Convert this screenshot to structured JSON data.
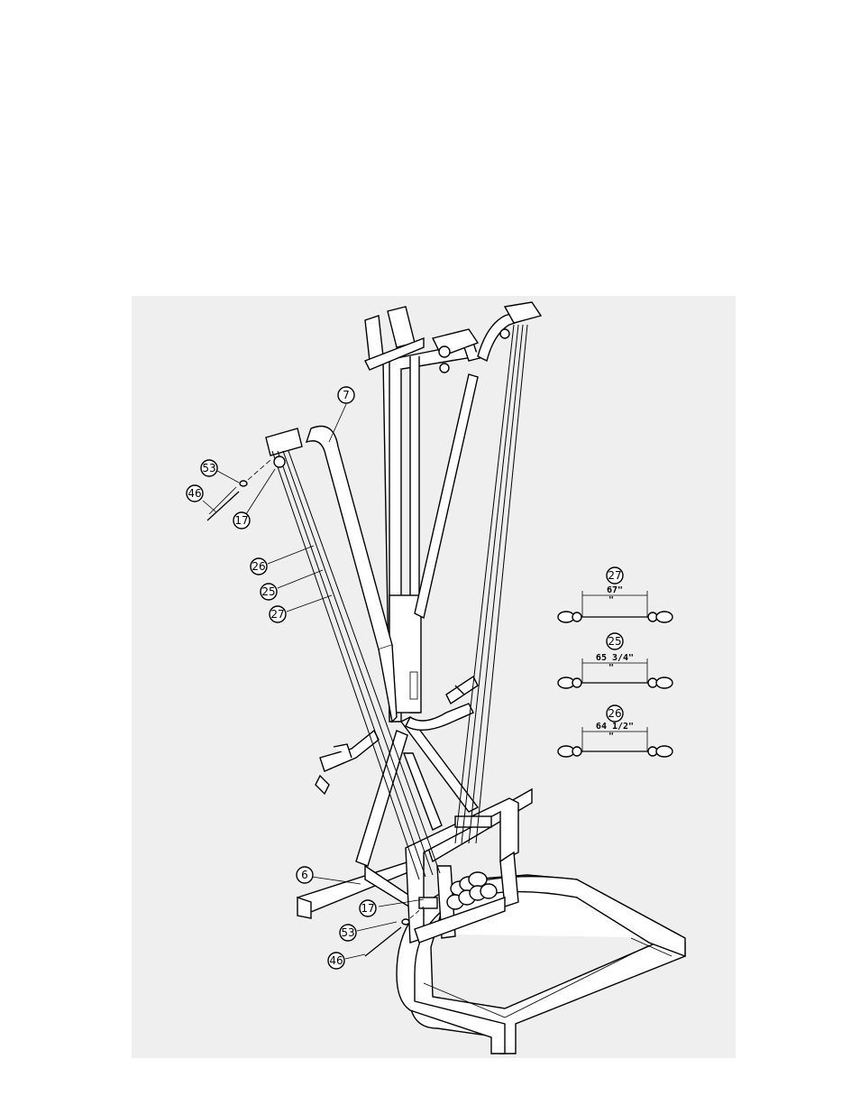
{
  "callouts": {
    "c7": "7",
    "c53_top": "53",
    "c46_top": "46",
    "c17_top": "17",
    "c26": "26",
    "c25": "25",
    "c27": "27",
    "c6": "6",
    "c17_bot": "17",
    "c53_bot": "53",
    "c46_bot": "46"
  },
  "cables": [
    {
      "part": "27",
      "length": "67\"",
      "dim_mark": "\""
    },
    {
      "part": "25",
      "length": "65 3/4\"",
      "dim_mark": "\""
    },
    {
      "part": "26",
      "length": "64 1/2\"",
      "dim_mark": "\""
    }
  ]
}
